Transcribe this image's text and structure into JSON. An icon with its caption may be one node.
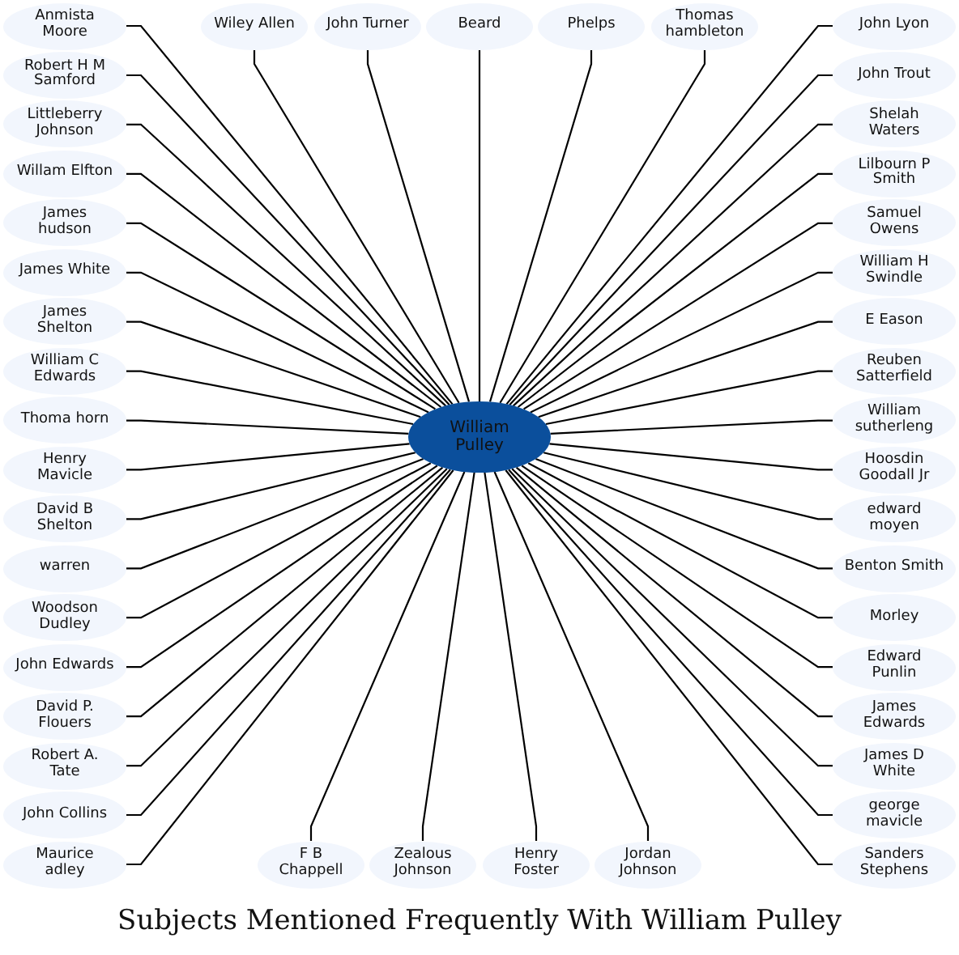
{
  "diagram": {
    "caption": "Subjects Mentioned Frequently With William Pulley",
    "nodes": [
      {
        "text": [
          "William Pulley"
        ]
      },
      {
        "text": [
          "John Turner"
        ]
      },
      {
        "text": [
          "Anmista Moore"
        ]
      },
      {
        "text": [
          "Wiley Allen"
        ]
      },
      {
        "text": [
          "Beard"
        ]
      },
      {
        "text": [
          "Thomas hambleton"
        ]
      },
      {
        "text": [
          "Willam Elfton"
        ]
      },
      {
        "text": [
          "Robert H M Samford"
        ]
      },
      {
        "text": [
          "John Trout"
        ]
      },
      {
        "text": [
          "John Lyon"
        ]
      },
      {
        "text": [
          "Phelps"
        ]
      },
      {
        "text": [
          "Lilbourn P Smith"
        ]
      },
      {
        "text": [
          "James hudson"
        ]
      },
      {
        "text": [
          "James White"
        ]
      },
      {
        "text": [
          "Samuel Owens"
        ]
      },
      {
        "text": [
          "Shelah Waters"
        ]
      },
      {
        "text": [
          "James Shelton"
        ]
      },
      {
        "text": [
          "Littleberry Johnson"
        ]
      },
      {
        "text": [
          "William H Swindle"
        ]
      },
      {
        "text": [
          "E Eason"
        ]
      },
      {
        "text": [
          "William C Edwards"
        ]
      },
      {
        "text": [
          "Thoma horn"
        ]
      },
      {
        "text": [
          "Reuben Satterfield"
        ]
      },
      {
        "text": [
          "Henry Mavicle"
        ]
      },
      {
        "text": [
          "William sutherleng"
        ]
      },
      {
        "text": [
          "David B Shelton"
        ]
      },
      {
        "text": [
          "Hoosdin Goodall Jr"
        ]
      },
      {
        "text": [
          "warren"
        ]
      },
      {
        "text": [
          "Benton Smith"
        ]
      },
      {
        "text": [
          "edward moyen"
        ]
      },
      {
        "text": [
          "Woodson Dudley"
        ]
      },
      {
        "text": [
          "John Edwards"
        ]
      },
      {
        "text": [
          "John Collins"
        ]
      },
      {
        "text": [
          "Morley"
        ]
      },
      {
        "text": [
          "Sanders Stephens"
        ]
      },
      {
        "text": [
          "David P. Flouers"
        ]
      },
      {
        "text": [
          "James D White"
        ]
      },
      {
        "text": [
          "Edward Punlin"
        ]
      },
      {
        "text": [
          "Maurice adley"
        ]
      },
      {
        "text": [
          "Robert A. Tate"
        ]
      },
      {
        "text": [
          "F B Chappell"
        ]
      },
      {
        "text": [
          "Henry Foster"
        ]
      },
      {
        "text": [
          "James Edwards"
        ]
      },
      {
        "text": [
          "george mavicle"
        ]
      },
      {
        "text": [
          "Jordan Johnson"
        ]
      },
      {
        "text": [
          "Zealous Johnson"
        ]
      }
    ],
    "edges": [
      {
        "from": 0,
        "to": 1,
        "arrow": "none"
      },
      {
        "from": 0,
        "to": 2,
        "arrow": "none"
      },
      {
        "from": 0,
        "to": 3,
        "arrow": "none"
      },
      {
        "from": 0,
        "to": 4,
        "arrow": "none"
      },
      {
        "from": 0,
        "to": 5,
        "arrow": "none"
      },
      {
        "from": 0,
        "to": 6,
        "arrow": "none"
      },
      {
        "from": 0,
        "to": 7,
        "arrow": "none"
      },
      {
        "from": 0,
        "to": 8,
        "arrow": "none"
      },
      {
        "from": 0,
        "to": 9,
        "arrow": "none"
      },
      {
        "from": 0,
        "to": 10,
        "arrow": "none"
      },
      {
        "from": 0,
        "to": 11,
        "arrow": "none"
      },
      {
        "from": 0,
        "to": 12,
        "arrow": "none"
      },
      {
        "from": 0,
        "to": 13,
        "arrow": "none"
      },
      {
        "from": 0,
        "to": 14,
        "arrow": "none"
      },
      {
        "from": 0,
        "to": 15,
        "arrow": "none"
      },
      {
        "from": 0,
        "to": 16,
        "arrow": "none"
      },
      {
        "from": 0,
        "to": 17,
        "arrow": "none"
      },
      {
        "from": 0,
        "to": 18,
        "arrow": "none"
      },
      {
        "from": 0,
        "to": 19,
        "arrow": "none"
      },
      {
        "from": 0,
        "to": 20,
        "arrow": "none"
      },
      {
        "from": 0,
        "to": 21,
        "arrow": "none"
      },
      {
        "from": 0,
        "to": 22,
        "arrow": "none"
      },
      {
        "from": 0,
        "to": 23,
        "arrow": "none"
      },
      {
        "from": 0,
        "to": 24,
        "arrow": "none"
      },
      {
        "from": 0,
        "to": 25,
        "arrow": "none"
      },
      {
        "from": 0,
        "to": 26,
        "arrow": "none"
      },
      {
        "from": 0,
        "to": 27,
        "arrow": "none"
      },
      {
        "from": 0,
        "to": 28,
        "arrow": "none"
      },
      {
        "from": 0,
        "to": 29,
        "arrow": "none"
      },
      {
        "from": 0,
        "to": 30,
        "arrow": "none"
      },
      {
        "from": 0,
        "to": 31,
        "arrow": "none"
      },
      {
        "from": 0,
        "to": 32,
        "arrow": "none"
      },
      {
        "from": 0,
        "to": 33,
        "arrow": "none"
      },
      {
        "from": 0,
        "to": 34,
        "arrow": "none"
      },
      {
        "from": 0,
        "to": 35,
        "arrow": "none"
      },
      {
        "from": 0,
        "to": 36,
        "arrow": "none"
      },
      {
        "from": 0,
        "to": 37,
        "arrow": "none"
      },
      {
        "from": 0,
        "to": 38,
        "arrow": "none"
      },
      {
        "from": 0,
        "to": 39,
        "arrow": "none"
      },
      {
        "from": 0,
        "to": 40,
        "arrow": "none"
      },
      {
        "from": 0,
        "to": 41,
        "arrow": "none"
      },
      {
        "from": 0,
        "to": 42,
        "arrow": "none"
      },
      {
        "from": 0,
        "to": 43,
        "arrow": "none"
      },
      {
        "from": 0,
        "to": 44,
        "arrow": "none"
      },
      {
        "from": 0,
        "to": 45,
        "arrow": "none"
      }
    ]
  }
}
